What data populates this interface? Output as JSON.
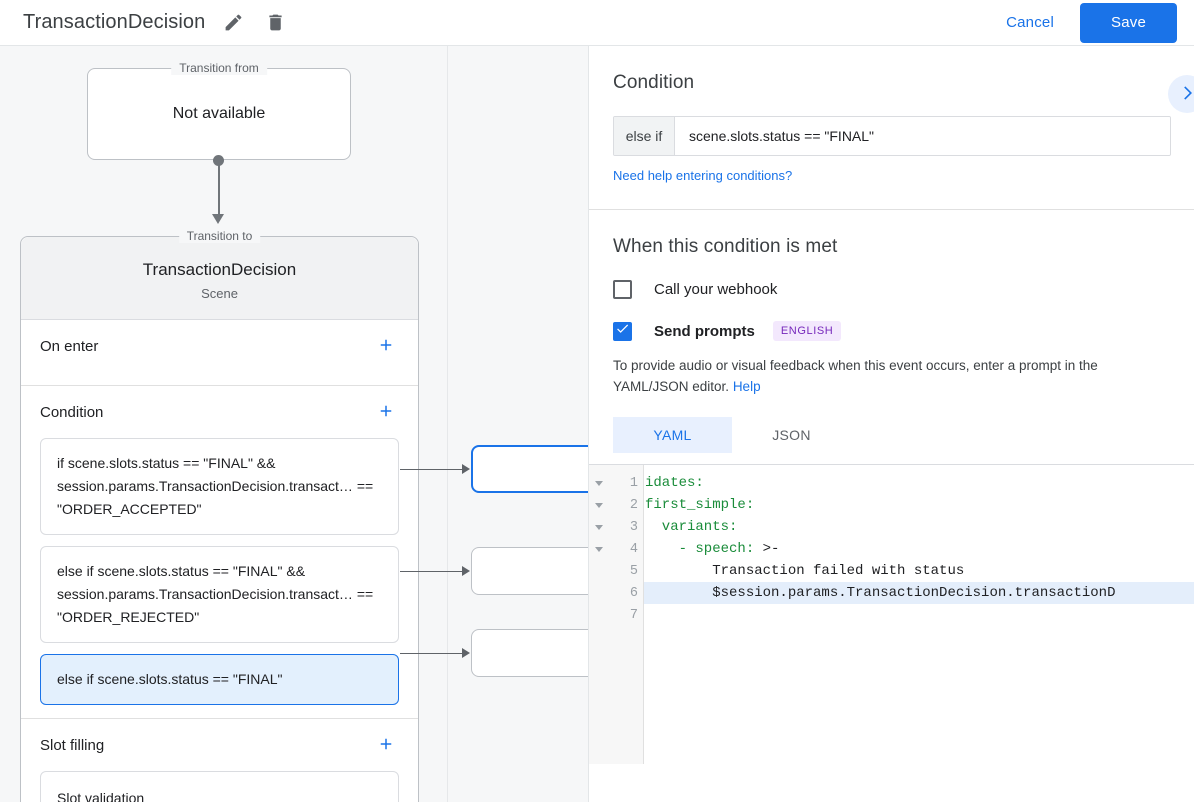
{
  "topbar": {
    "title": "TransactionDecision",
    "edit_icon": "pencil-icon",
    "delete_icon": "trash-icon",
    "cancel_label": "Cancel",
    "save_label": "Save",
    "accent": "#1a73e8"
  },
  "canvas": {
    "transition_from": {
      "legend": "Transition from",
      "value": "Not available"
    },
    "transition_to": {
      "legend": "Transition to",
      "title": "TransactionDecision",
      "subtitle": "Scene"
    },
    "sections": [
      {
        "title": "On enter",
        "add_label": "+",
        "items": []
      },
      {
        "title": "Condition",
        "add_label": "+",
        "items": [
          {
            "text": "if scene.slots.status == \"FINAL\" && session.params.TransactionDecision.transact… == \"ORDER_ACCEPTED\"",
            "selected": false
          },
          {
            "text": "else if scene.slots.status == \"FINAL\" && session.params.TransactionDecision.transact… == \"ORDER_REJECTED\"",
            "selected": false
          },
          {
            "text": "else if scene.slots.status == \"FINAL\"",
            "selected": true
          }
        ]
      },
      {
        "title": "Slot filling",
        "add_label": "+",
        "items": [
          {
            "text": "Slot validation",
            "selected": false
          }
        ]
      }
    ]
  },
  "panel": {
    "heading": "Condition",
    "collapse_icon": "chevron-right-icon",
    "condition": {
      "prefix": "else if",
      "value": "scene.slots.status == \"FINAL\"",
      "placeholder": "Enter a condition",
      "help_link": "Need help entering conditions?"
    },
    "when_met": {
      "heading": "When this condition is met",
      "webhook": {
        "label": "Call your webhook",
        "checked": false
      },
      "prompts": {
        "label": "Send prompts",
        "checked": true,
        "badge": "ENGLISH",
        "badge_bg": "#f3e8fd",
        "badge_fg": "#7627bb"
      },
      "hint": "To provide audio or visual feedback when this event occurs, enter a prompt in the YAML/JSON editor.",
      "hint_link": "Help"
    },
    "editor": {
      "tabs": [
        {
          "label": "YAML",
          "active": true
        },
        {
          "label": "JSON",
          "active": false
        }
      ],
      "lines": [
        {
          "num": "1",
          "fold": true,
          "highlight": false,
          "key": "idates:",
          "rest": ""
        },
        {
          "num": "2",
          "fold": true,
          "highlight": false,
          "key": "first_simple:",
          "rest": ""
        },
        {
          "num": "3",
          "fold": true,
          "highlight": false,
          "key": "  variants:",
          "rest": ""
        },
        {
          "num": "4",
          "fold": true,
          "highlight": false,
          "key": "    - speech:",
          "rest": " >-"
        },
        {
          "num": "5",
          "fold": false,
          "highlight": false,
          "key": "",
          "rest": "        Transaction failed with status"
        },
        {
          "num": "6",
          "fold": false,
          "highlight": true,
          "key": "",
          "rest": "        $session.params.TransactionDecision.transactionD"
        },
        {
          "num": "7",
          "fold": false,
          "highlight": false,
          "key": "",
          "rest": ""
        }
      ]
    }
  }
}
